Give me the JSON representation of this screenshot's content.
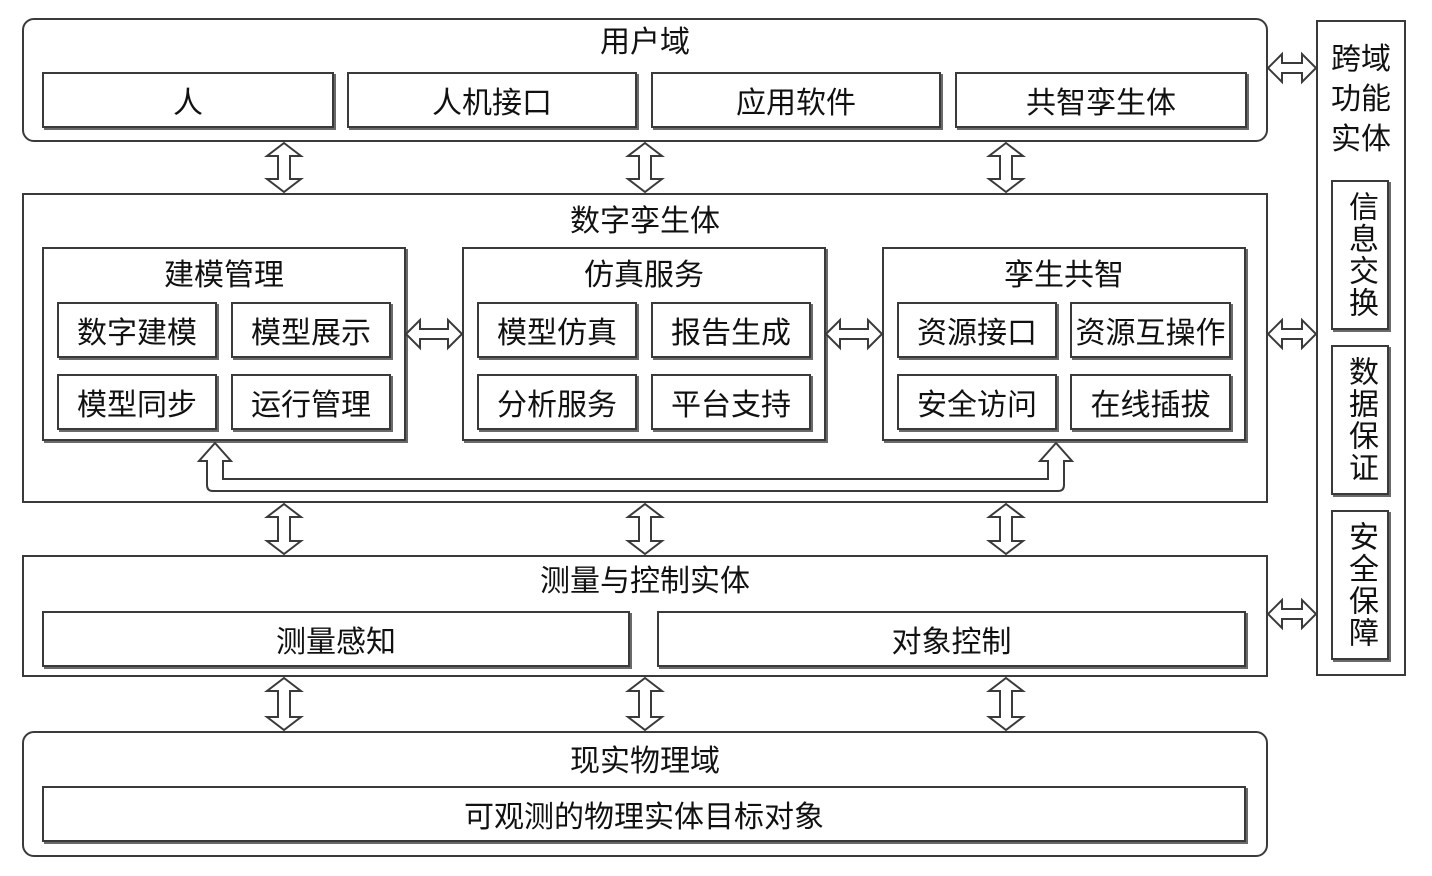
{
  "user_domain": {
    "title": "用户域",
    "items": [
      "人",
      "人机接口",
      "应用软件",
      "共智孪生体"
    ]
  },
  "digital_twin": {
    "title": "数字孪生体",
    "modeling": {
      "title": "建模管理",
      "items": [
        "数字建模",
        "模型展示",
        "模型同步",
        "运行管理"
      ]
    },
    "simulation": {
      "title": "仿真服务",
      "items": [
        "模型仿真",
        "报告生成",
        "分析服务",
        "平台支持"
      ]
    },
    "sharing": {
      "title": "孪生共智",
      "items": [
        "资源接口",
        "资源互操作",
        "安全访问",
        "在线插拔"
      ]
    }
  },
  "measure_control": {
    "title": "测量与控制实体",
    "items": [
      "测量感知",
      "对象控制"
    ]
  },
  "physical_domain": {
    "title": "现实物理域",
    "item": "可观测的物理实体目标对象"
  },
  "cross_domain": {
    "title": "跨域功能实体",
    "items": [
      "信息交换",
      "数据保证",
      "安全保障"
    ]
  }
}
